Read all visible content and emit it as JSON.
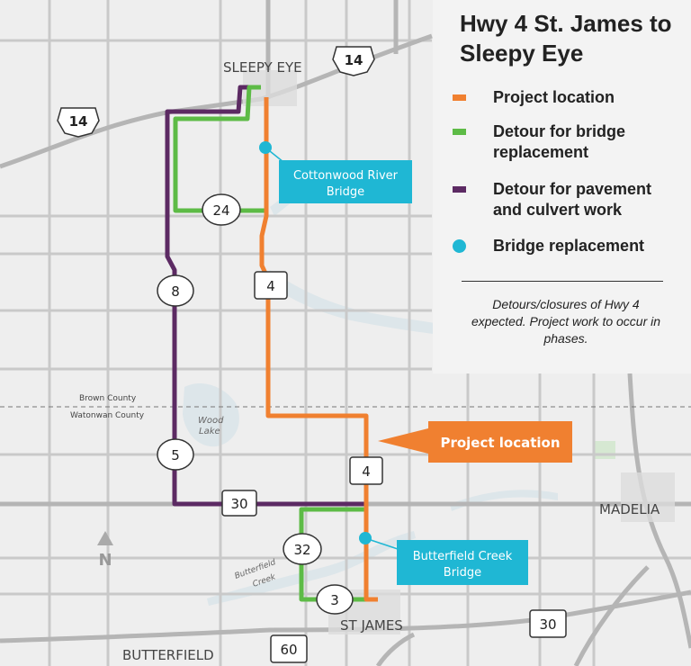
{
  "title": "Hwy 4 St. James to Sleepy Eye",
  "legend": {
    "items": [
      {
        "label": "Project location",
        "color": "#f08030"
      },
      {
        "label": "Detour for bridge replacement",
        "color": "#5dbb46"
      },
      {
        "label": "Detour for pavement and culvert work",
        "color": "#5c2a63"
      },
      {
        "label": "Bridge replacement",
        "color": "#1fb7d4"
      }
    ],
    "note": "Detours/closures of Hwy 4 expected. Project work to occur in phases."
  },
  "towns": {
    "sleepy_eye": "SLEEPY EYE",
    "madelia": "MADELIA",
    "st_james": "ST JAMES",
    "butterfield": "BUTTERFIELD"
  },
  "counties": {
    "north": "Brown County",
    "south": "Watonwan County"
  },
  "water_labels": {
    "wood_lake_1": "Wood",
    "wood_lake_2": "Lake",
    "butterfield_creek_1": "Butterfield",
    "butterfield_creek_2": "Creek"
  },
  "routes": {
    "us14_east": "14",
    "us14_west": "14",
    "r24": "24",
    "hwy4_north": "4",
    "r8": "8",
    "r5": "5",
    "hwy4_south": "4",
    "r30_west": "30",
    "r32": "32",
    "r3": "3",
    "r30_east": "30",
    "r60": "60"
  },
  "callouts": {
    "cottonwood_1": "Cottonwood River",
    "cottonwood_2": "Bridge",
    "butterfield_1": "Butterfield Creek",
    "butterfield_2": "Bridge",
    "project": "Project location"
  },
  "north_arrow": "N",
  "colors": {
    "project": "#f08030",
    "bridge_detour": "#5dbb46",
    "pavement_detour": "#5c2a63",
    "bridge": "#1fb7d4",
    "roads": "#c9c9c9",
    "major_roads": "#b5b5b5",
    "water": "#dde6ea",
    "land": "#eeeeee"
  }
}
